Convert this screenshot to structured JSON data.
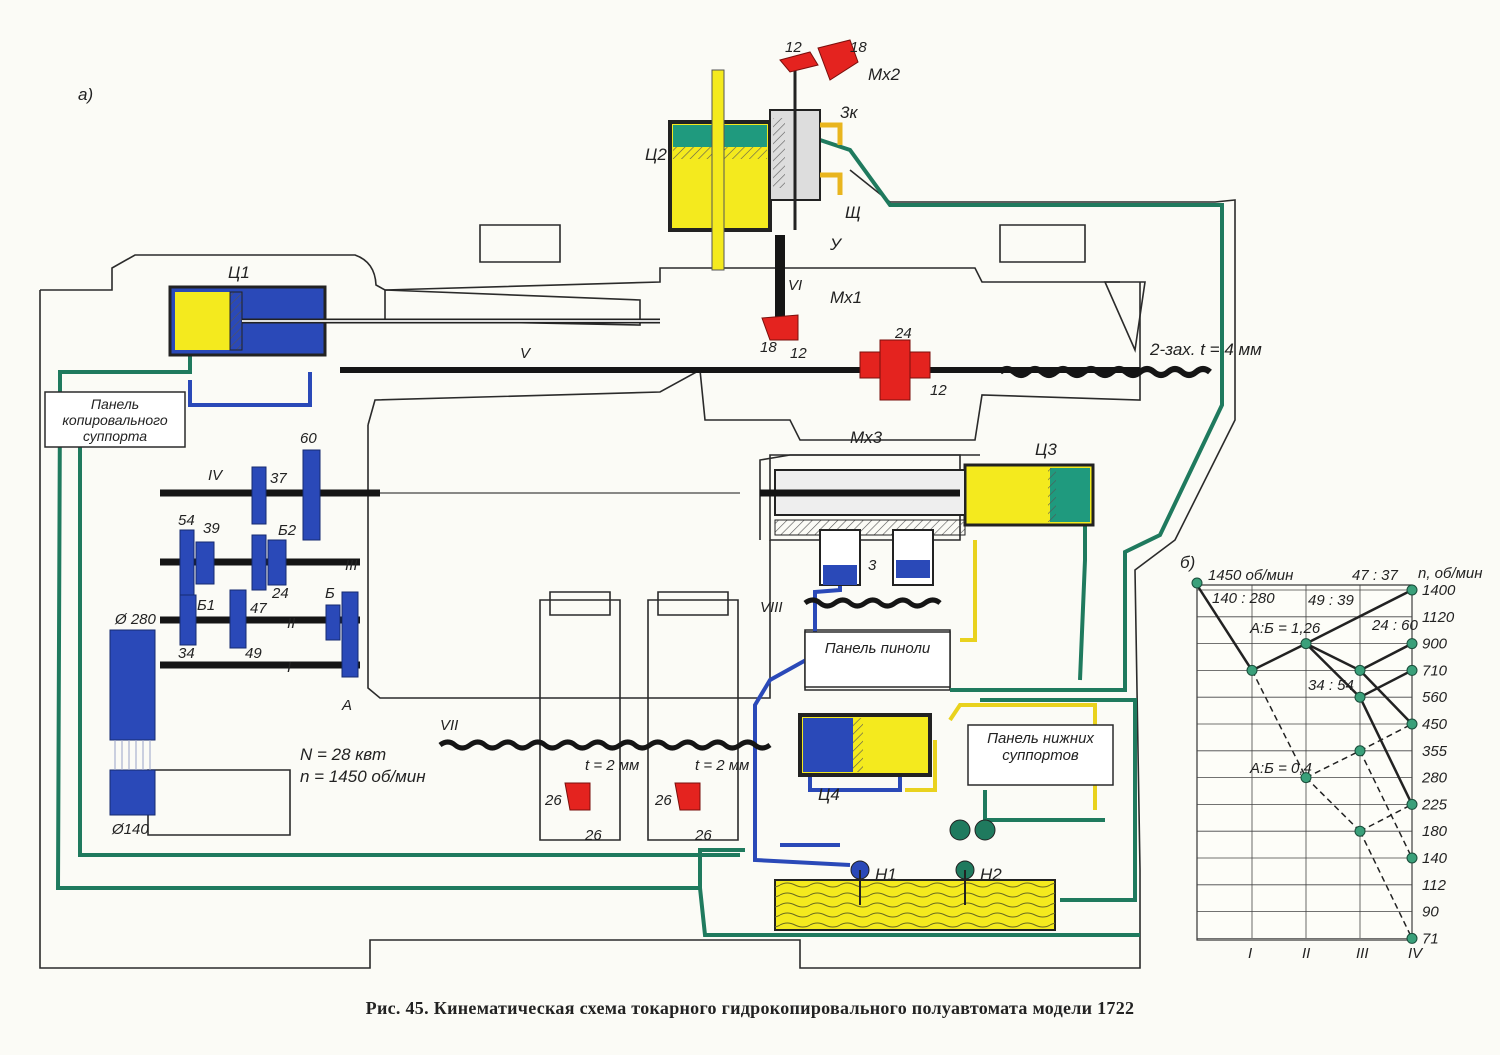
{
  "figure": {
    "caption": "Рис. 45. Кинематическая схема токарного гидрокопировального полуавтомата модели 1722",
    "panel_a": "а)",
    "panel_b": "б)"
  },
  "colors": {
    "blue": "#2a49b8",
    "yellow": "#f4ea1e",
    "green": "#1f7a5e",
    "red": "#e4231f",
    "shaft": "#151515",
    "outline": "#2b2b2b",
    "frame": "#fbfbf6"
  },
  "labels": {
    "cylinder_c1": "Ц1",
    "cylinder_c2": "Ц2",
    "cylinder_c3": "Ц3",
    "cylinder_c4": "Ц4",
    "clutch_mx1": "Мх1",
    "clutch_mx2": "Мх2",
    "clutch_mx3": "Мх3",
    "pump_h1": "Н1",
    "pump_h2": "Н2",
    "valve_3k": "3к",
    "valve_shch": "Щ",
    "valve_u": "У",
    "pitch_upper": "2-зах. t = 4 мм",
    "pitch_lower_1": "t = 2 мм",
    "pitch_lower_2": "t = 2 мм",
    "motor_power": "N = 28 квт",
    "motor_speed": "n = 1450 об/мин",
    "pulley_big": "Ø 280",
    "pulley_small": "Ø140",
    "block_b1": "Б1",
    "block_b2": "Б2",
    "block_b": "Б",
    "gear_a": "А",
    "gear_3": "3"
  },
  "shafts": [
    "I",
    "II",
    "III",
    "IV",
    "V",
    "VI",
    "VII",
    "VIII"
  ],
  "gear_teeth": {
    "g60": "60",
    "g37": "37",
    "g54": "54",
    "g39": "39",
    "g24": "24",
    "g47": "47",
    "g49": "49",
    "g34": "34",
    "worm_18a": "18",
    "worm_12a": "12",
    "worm_18b": "18",
    "worm_12b": "12",
    "worm_24": "24",
    "worm_12c": "12",
    "lw_26a": "26",
    "lw_26b": "26",
    "lw_26c": "26",
    "lw_26d": "26"
  },
  "panels": {
    "copy": "Панель копировального суппорта",
    "pinol": "Панель пиноли",
    "lower": "Панель нижних суппортов"
  },
  "chart_data": {
    "type": "line",
    "title": "",
    "top_left_label": "1450 об/мин",
    "ylabel": "n, об/мин",
    "x": [
      "I",
      "II",
      "III",
      "IV"
    ],
    "speeds": [
      1400,
      1120,
      900,
      710,
      560,
      450,
      355,
      280,
      225,
      180,
      140,
      112,
      90,
      71
    ],
    "ratio_labels": [
      "140 : 280",
      "49 : 39",
      "47 : 37",
      "А:Б = 1,26",
      "24 : 60",
      "34 : 54",
      "А:Б = 0,4"
    ],
    "input_speed": 1450,
    "shaft_I_speed": 710,
    "rays_solid": [
      {
        "from": [
          "I",
          710
        ],
        "to": [
          "II",
          900
        ]
      },
      {
        "from": [
          "II",
          900
        ],
        "to": [
          "IV",
          1400
        ]
      },
      {
        "from": [
          "II",
          900
        ],
        "to": [
          "III",
          710
        ]
      },
      {
        "from": [
          "III",
          710
        ],
        "to": [
          "IV",
          900
        ]
      },
      {
        "from": [
          "III",
          710
        ],
        "to": [
          "IV",
          450
        ]
      },
      {
        "from": [
          "II",
          900
        ],
        "to": [
          "III",
          560
        ]
      },
      {
        "from": [
          "III",
          560
        ],
        "to": [
          "IV",
          710
        ]
      },
      {
        "from": [
          "III",
          560
        ],
        "to": [
          "IV",
          225
        ]
      }
    ],
    "rays_dashed": [
      {
        "from": [
          "I",
          710
        ],
        "to": [
          "II",
          280
        ]
      },
      {
        "from": [
          "II",
          280
        ],
        "to": [
          "III",
          355
        ]
      },
      {
        "from": [
          "II",
          280
        ],
        "to": [
          "III",
          180
        ]
      },
      {
        "from": [
          "III",
          355
        ],
        "to": [
          "IV",
          450
        ]
      },
      {
        "from": [
          "III",
          355
        ],
        "to": [
          "IV",
          140
        ]
      },
      {
        "from": [
          "III",
          180
        ],
        "to": [
          "IV",
          225
        ]
      },
      {
        "from": [
          "III",
          180
        ],
        "to": [
          "IV",
          71
        ]
      }
    ],
    "output_speeds": [
      1400,
      900,
      710,
      450,
      225,
      140,
      71
    ]
  }
}
